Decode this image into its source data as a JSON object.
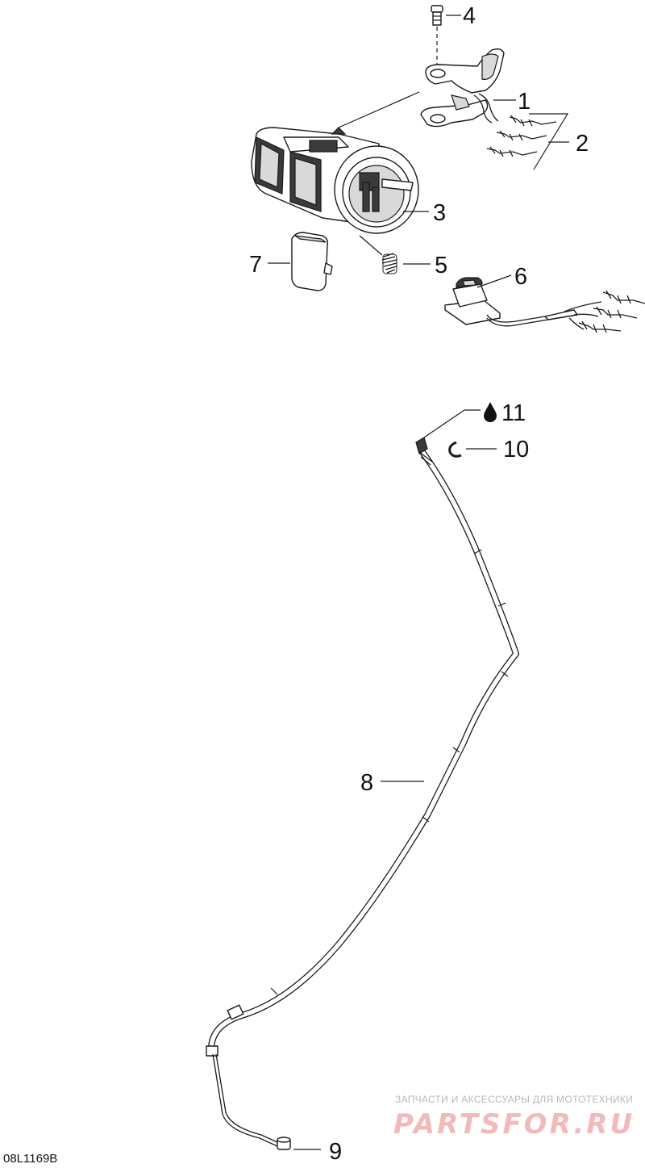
{
  "callouts": {
    "c1": "1",
    "c2": "2",
    "c3": "3",
    "c4": "4",
    "c5": "5",
    "c6": "6",
    "c7": "7",
    "c8": "8",
    "c9": "9",
    "c10": "10",
    "c11": "11"
  },
  "drawing_code": "08L1169B",
  "watermark": {
    "tagline": "ЗАПЧАСТИ И АКСЕССУАРЫ ДЛЯ МОТОТЕХНИКИ",
    "brand": "PARTSFOR.RU"
  },
  "colors": {
    "ink": "#1a1a1a",
    "watermark_brand": "#f3b9b9",
    "watermark_tagline": "#b9b9b9"
  },
  "icons": {
    "lubricant": "oil-drop-icon"
  }
}
